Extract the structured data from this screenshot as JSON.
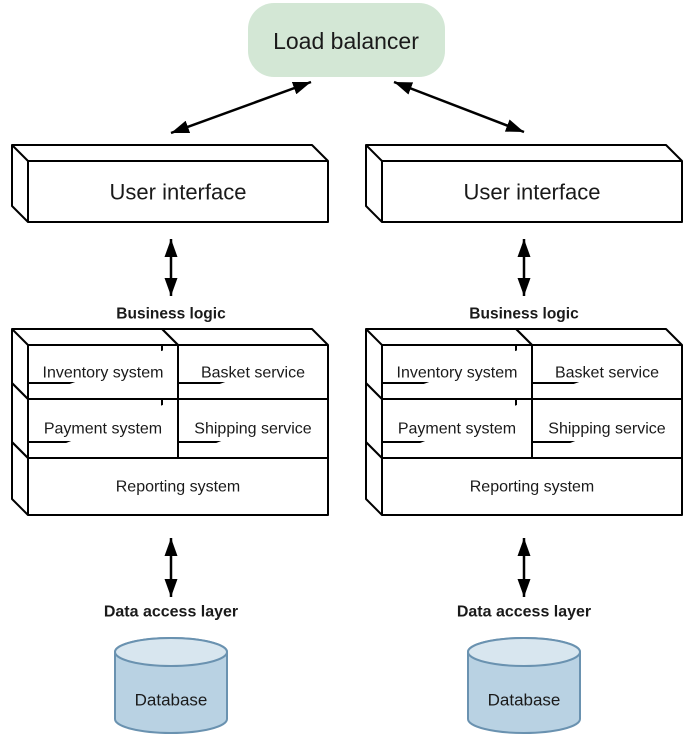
{
  "colors": {
    "load_balancer_fill": "#d3e7d5",
    "box_fill": "#ffffff",
    "box_stroke": "#000000",
    "arrow_color": "#000000",
    "text_color": "#1a1a1a",
    "cylinder_fill": "#b9d2e3",
    "cylinder_top_fill": "#d8e6ef",
    "cylinder_stroke": "#6a92b0"
  },
  "diagram": {
    "load_balancer_label": "Load balancer",
    "columns": [
      {
        "ui_label": "User interface",
        "business_logic_title": "Business logic",
        "services": [
          "Inventory system",
          "Basket service",
          "Payment system",
          "Shipping service",
          "Reporting system"
        ],
        "data_access_title": "Data access layer",
        "database_label": "Database"
      },
      {
        "ui_label": "User interface",
        "business_logic_title": "Business logic",
        "services": [
          "Inventory system",
          "Basket service",
          "Payment system",
          "Shipping service",
          "Reporting system"
        ],
        "data_access_title": "Data access layer",
        "database_label": "Database"
      }
    ]
  }
}
